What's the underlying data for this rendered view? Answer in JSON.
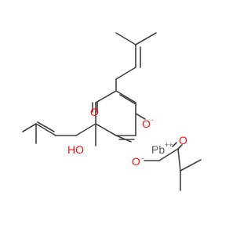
{
  "molecule": {
    "labels": {
      "ketone_o": "O",
      "hydroxyl": "HO",
      "oxide_top": "O",
      "oxide_bottom": "O",
      "charge_minus": "-",
      "lead": "Pb",
      "lead_charge": "++",
      "acyl_o": "O"
    },
    "colors": {
      "bond": "#404040",
      "oxygen": "#ff0d0d",
      "lead": "#575961"
    }
  }
}
